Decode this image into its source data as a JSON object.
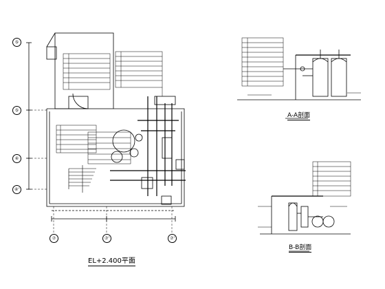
{
  "plan": {
    "title": "EL+2.400平面",
    "axis_left": [
      "⑤",
      "⑤",
      "④",
      "④'"
    ],
    "axis_bottom": [
      "⑦",
      "⑦'",
      "⑦'"
    ]
  },
  "section_aa": {
    "title": "A-A剖面"
  },
  "section_bb": {
    "title": "B-B剖面"
  },
  "colors": {
    "line": "#000000",
    "background": "#ffffff"
  }
}
